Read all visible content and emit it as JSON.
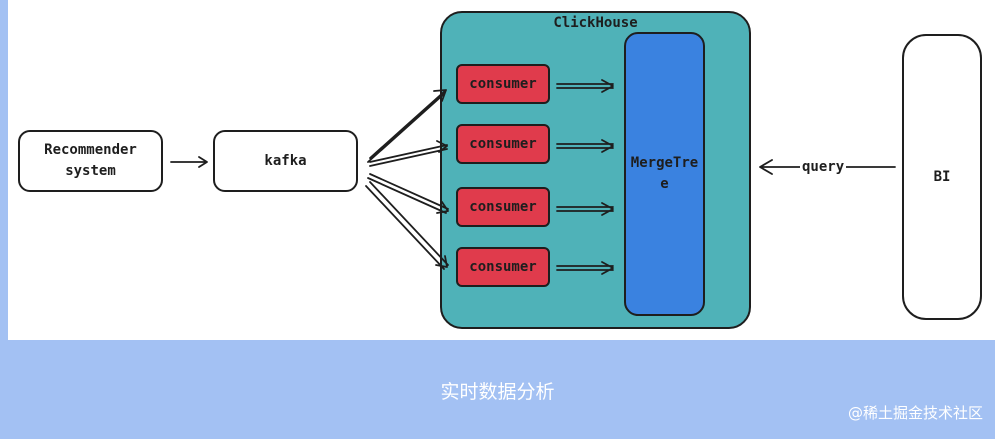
{
  "diagram": {
    "recommender_label": "Recommender system",
    "kafka_label": "kafka",
    "clickhouse_label": "ClickHouse",
    "consumers": [
      "consumer",
      "consumer",
      "consumer",
      "consumer"
    ],
    "mergetree_label": "MergeTree",
    "query_label": "query",
    "bi_label": "BI"
  },
  "caption": "实时数据分析",
  "watermark": "@稀土掘金技术社区",
  "colors": {
    "page_background": "#a3c1f3",
    "canvas_background": "#ffffff",
    "clickhouse_fill": "#4fb2b8",
    "consumer_fill": "#e03b4c",
    "mergetree_fill": "#3a82e0",
    "stroke": "#1e1e1e"
  }
}
